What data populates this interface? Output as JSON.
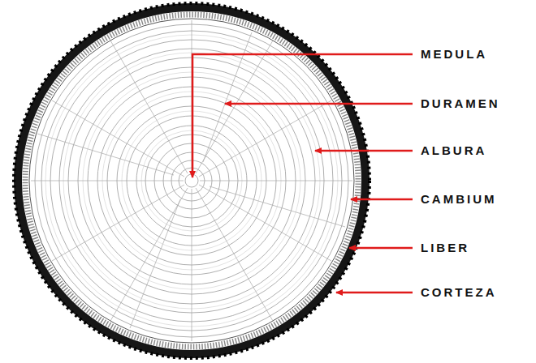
{
  "diagram": {
    "labels": [
      "MEDULA",
      "DURAMEN",
      "ALBURA",
      "CAMBIUM",
      "LIBER",
      "CORTEZA"
    ]
  }
}
